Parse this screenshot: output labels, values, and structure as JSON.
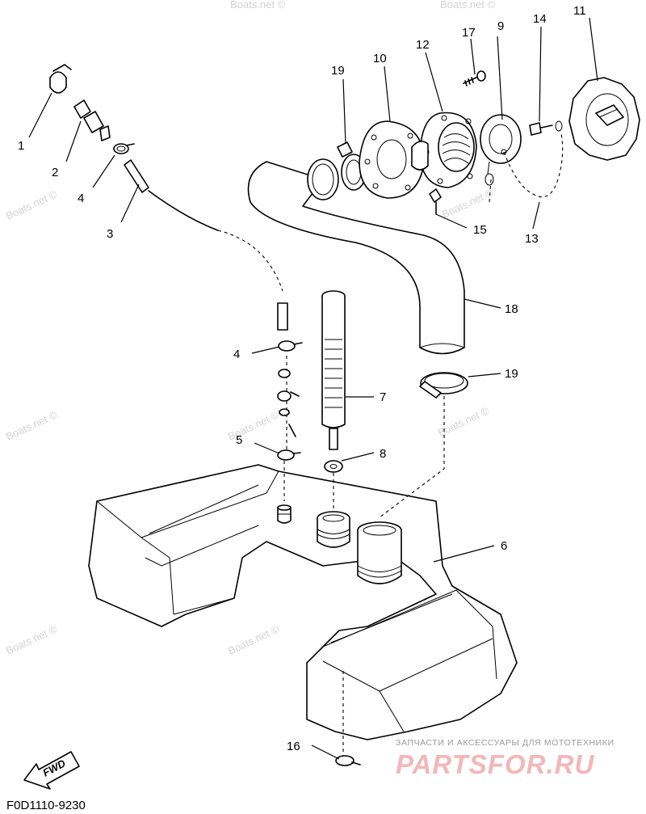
{
  "watermark": "Boats.net ©",
  "watermark_short": "Boats",
  "drawing_code": "F0D1110-9230",
  "fwd_label": "FWD",
  "brand": {
    "subtitle": "ЗАПЧАСТИ И АКСЕССУАРЫ ДЛЯ МОТОТЕХНИКИ",
    "name": "PARTSFOR.RU"
  },
  "callouts": {
    "c1": "1",
    "c2": "2",
    "c3": "3",
    "c4a": "4",
    "c4b": "4",
    "c5": "5",
    "c6": "6",
    "c7": "7",
    "c8": "8",
    "c9": "9",
    "c10": "10",
    "c11": "11",
    "c12": "12",
    "c13": "13",
    "c14": "14",
    "c15": "15",
    "c16": "16",
    "c17": "17",
    "c18": "18",
    "c19a": "19",
    "c19b": "19"
  }
}
